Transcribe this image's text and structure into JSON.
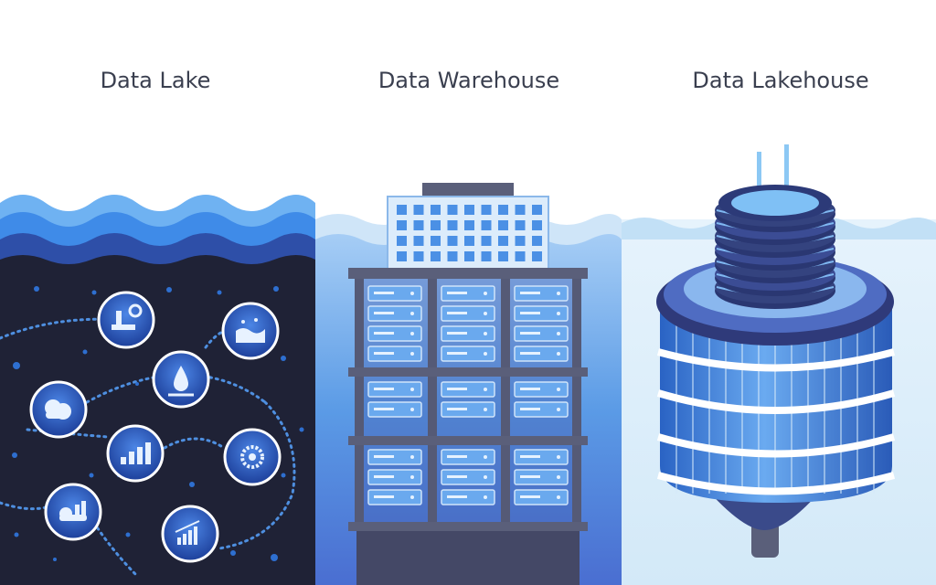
{
  "panels": {
    "lake": {
      "title": "Data Lake"
    },
    "warehouse": {
      "title": "Data Warehouse"
    },
    "lakehouse": {
      "title": "Data Lakehouse"
    }
  },
  "icons": {
    "lake": [
      "person-chart-icon",
      "landscape-icon",
      "water-drop-icon",
      "cloud-icon",
      "bar-chart-icon",
      "gear-cog-icon",
      "cloud-chart-icon",
      "growth-chart-icon"
    ]
  },
  "colors": {
    "lake_dark": "#1f2236",
    "wave_blue": "#3f8be8",
    "wave_navy": "#2e4fa8",
    "warehouse_bg": "#5b9be6",
    "lakehouse_bg": "#dceefa",
    "frame_slate": "#5a5f7a",
    "server_blue": "#4b90e5",
    "icon_circle": "#2f5fc7"
  }
}
